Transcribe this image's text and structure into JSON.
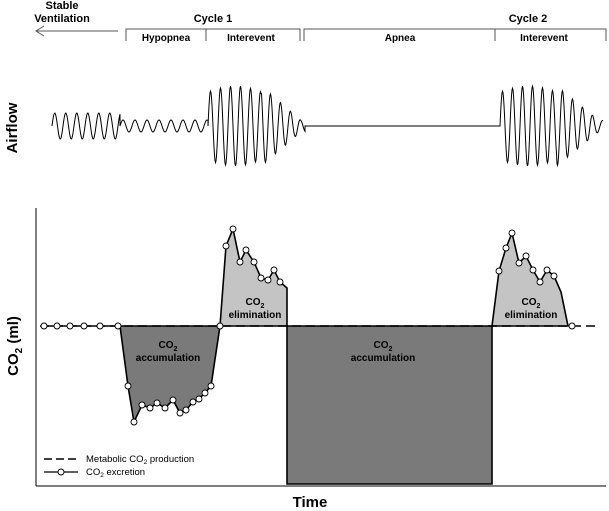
{
  "header": {
    "stable_line1": "Stable",
    "stable_line2": "Ventilation",
    "cycle1": "Cycle 1",
    "cycle2": "Cycle 2",
    "hypopnea": "Hypopnea",
    "interevent1": "Interevent",
    "apnea": "Apnea",
    "interevent2": "Interevent"
  },
  "airflow_label": "Airflow",
  "co2_axis_label": {
    "main": "CO",
    "sub": "2",
    "rest": " (ml)"
  },
  "x_axis_label": "Time",
  "regions": {
    "acc1": {
      "l1": "CO",
      "sub": "2",
      "l2": "accumulation"
    },
    "elim1": {
      "l1": "CO",
      "sub": "2",
      "l2": "elimination"
    },
    "acc2": {
      "l1": "CO",
      "sub": "2",
      "l2": "accumulation"
    },
    "elim2": {
      "l1": "CO",
      "sub": "2",
      "l2": "elimination"
    }
  },
  "legend": {
    "metabolic": {
      "pre": "Metabolic CO",
      "sub": "2",
      "post": " production"
    },
    "excretion": {
      "pre": "CO",
      "sub": "2",
      "post": " excretion"
    }
  },
  "colors": {
    "accumulation_fill": "#7a7a7a",
    "elimination_fill": "#c4c4c4",
    "line": "#000000"
  }
}
